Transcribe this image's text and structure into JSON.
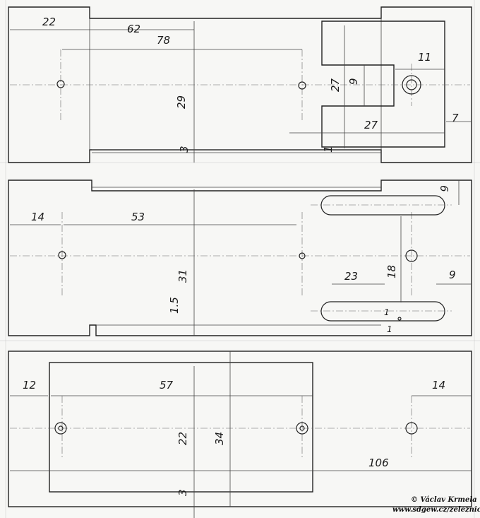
{
  "views": [
    {
      "id": "top-view",
      "dims": [
        "22",
        "62",
        "78",
        "29",
        "3",
        "27",
        "9",
        "11",
        "27",
        "7",
        "1"
      ]
    },
    {
      "id": "middle-view",
      "dims": [
        "14",
        "53",
        "31",
        "1.5",
        "6",
        "23",
        "18",
        "9",
        "1",
        "1"
      ]
    },
    {
      "id": "bottom-view",
      "dims": [
        "12",
        "57",
        "22",
        "34",
        "14",
        "106",
        "3"
      ]
    }
  ],
  "credit": {
    "author": "© Václav Krmela",
    "url": "www.sdgew.cz/zeleznice"
  }
}
